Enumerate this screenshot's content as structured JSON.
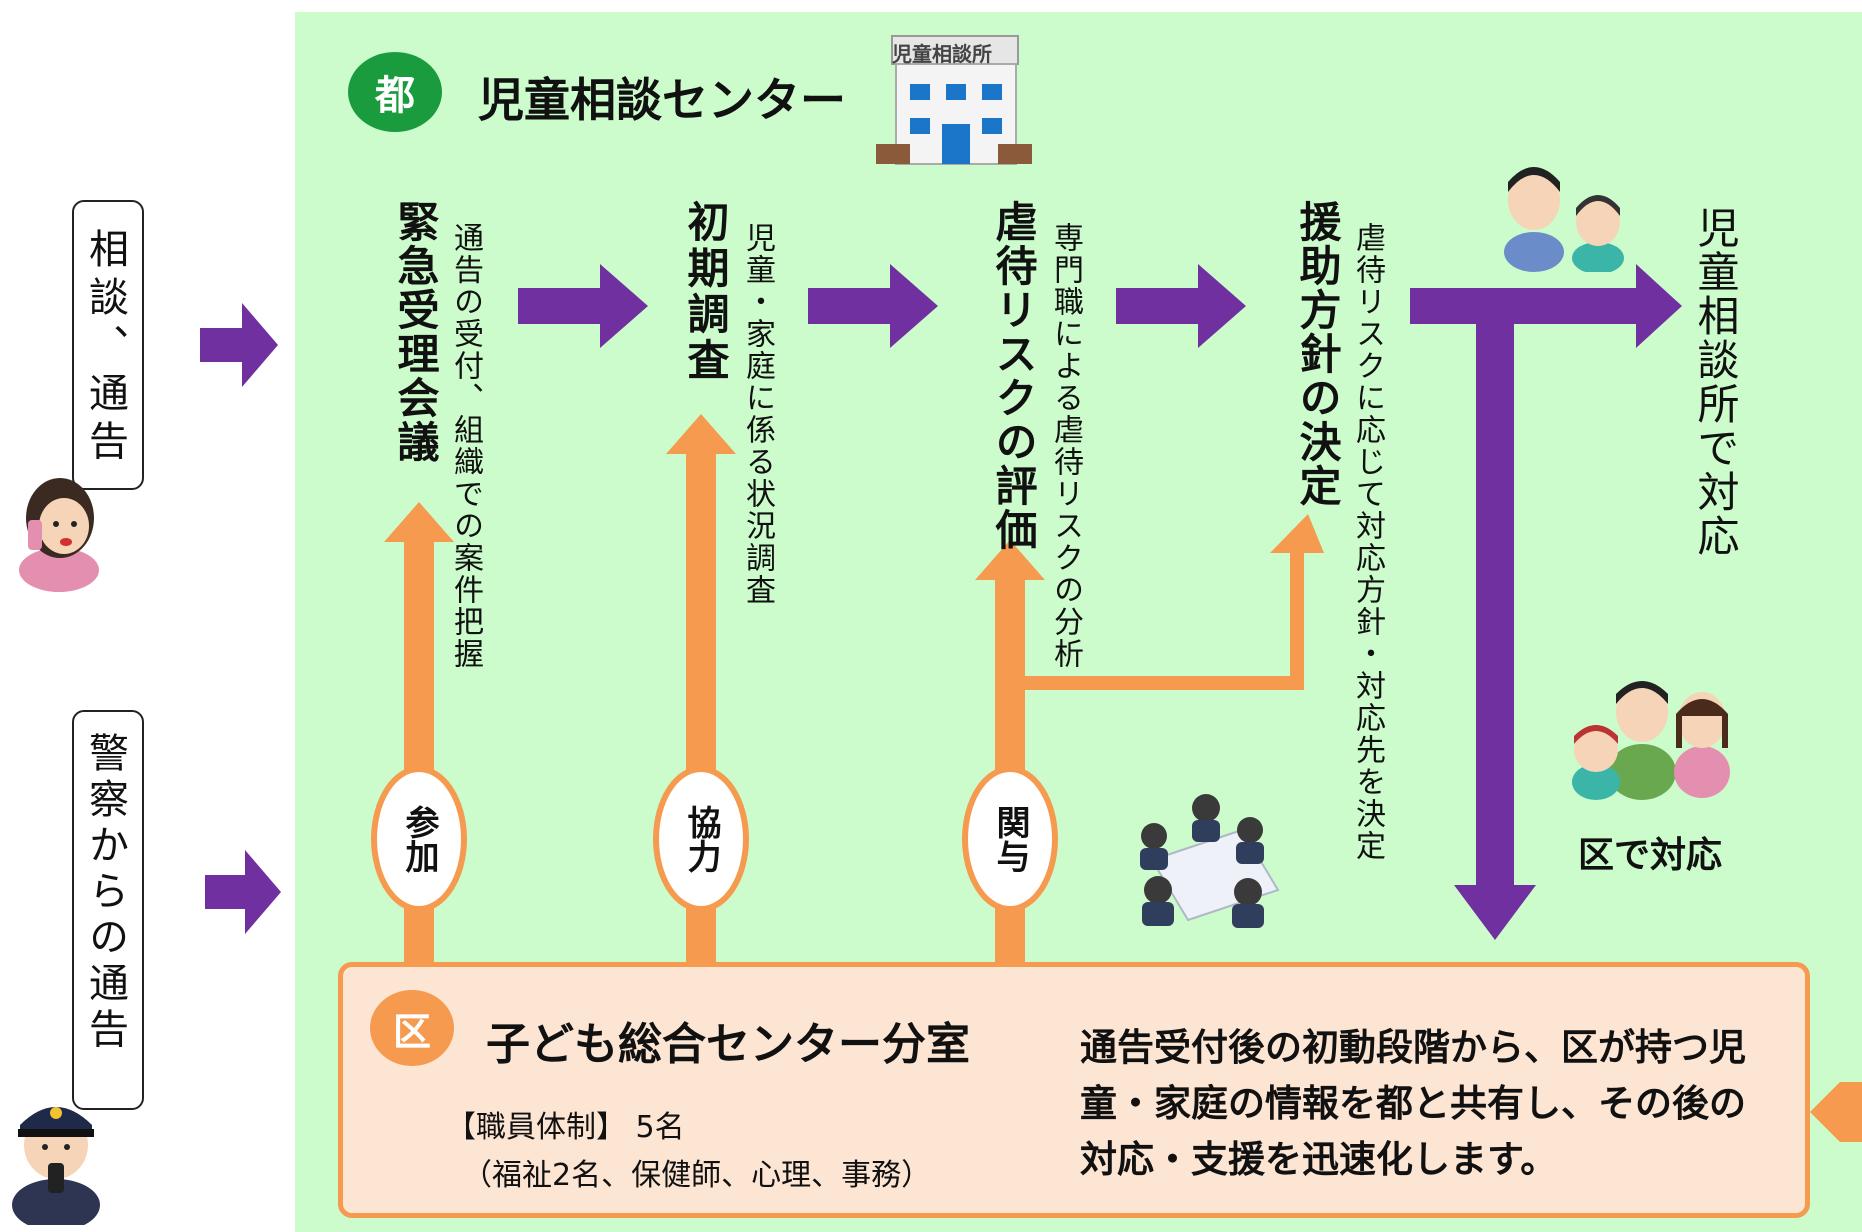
{
  "left_inputs": {
    "consultation_label": "相談、通告",
    "police_label": "警察からの通告"
  },
  "metro": {
    "badge": "都",
    "title": "児童相談センター",
    "building_sign": "児童相談所"
  },
  "steps": [
    {
      "title": "緊急受理会議",
      "desc": "通告の受付、組織での案件把握"
    },
    {
      "title": "初期調査",
      "desc": "児童・家庭に係る状況調査"
    },
    {
      "title": "虐待リスクの評価",
      "desc": "専門職による虐待リスクの分析"
    },
    {
      "title": "援助方針の決定",
      "desc": "虐待リスクに応じて対応方針・対応先を決定"
    }
  ],
  "outcomes": {
    "child_center": "児童相談所で対応",
    "ward": "区で対応"
  },
  "roles": [
    "参加",
    "協力",
    "関与"
  ],
  "ward": {
    "badge": "区",
    "title": "子ども総合センター分室",
    "staff_line": "【職員体制】 5名",
    "staff_detail": "（福祉2名、保健師、心理、事務）",
    "description": "通告受付後の初動段階から、区が持つ児童・家庭の情報を都と共有し、その後の対応・支援を迅速化します。"
  },
  "colors": {
    "panel_green": "#ccfccc",
    "metro_badge": "#1a9c3e",
    "ward_badge": "#f59a4e",
    "flow_arrow": "#7030a0",
    "support_arrow": "#f59a4e",
    "ward_box_fill": "#fde5d4"
  }
}
